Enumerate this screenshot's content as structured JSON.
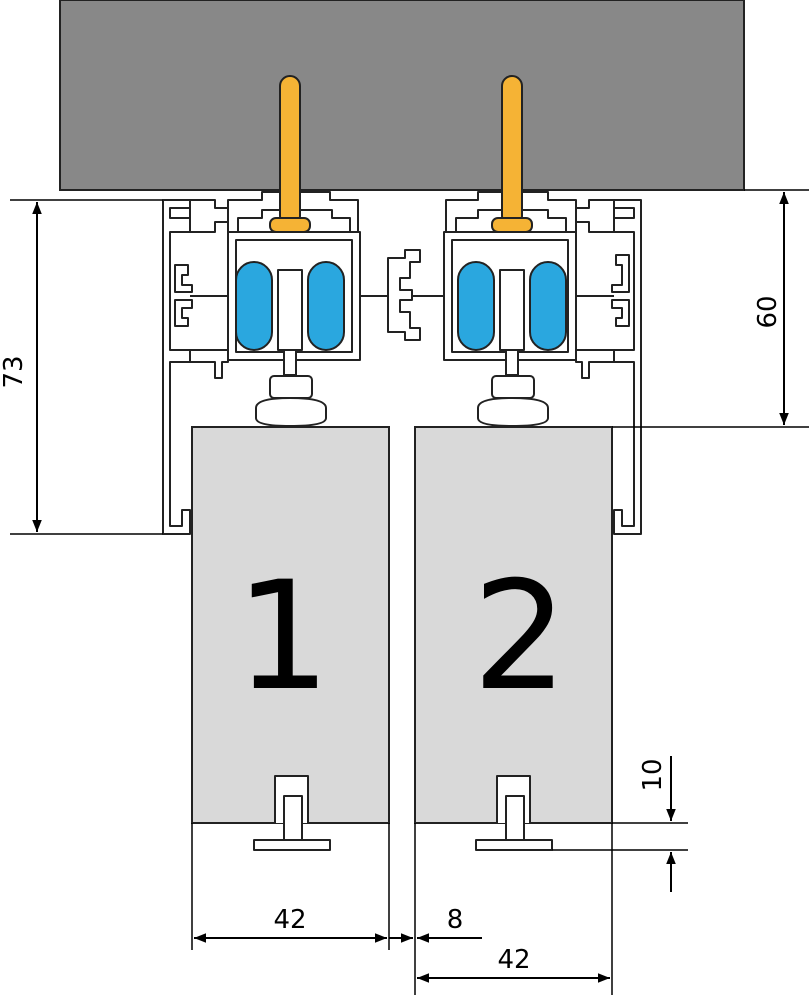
{
  "colors": {
    "ceiling": "#888888",
    "screw": "#f5b335",
    "roller": "#2aa7df",
    "panel": "#d9d9d9",
    "outline": "#222222"
  },
  "panels": [
    {
      "number": "1"
    },
    {
      "number": "2"
    }
  ],
  "dimensions": {
    "overall_height": "73",
    "track_height": "60",
    "guide_height": "10",
    "panel1_width": "42",
    "gap": "8",
    "panel2_width": "42"
  }
}
